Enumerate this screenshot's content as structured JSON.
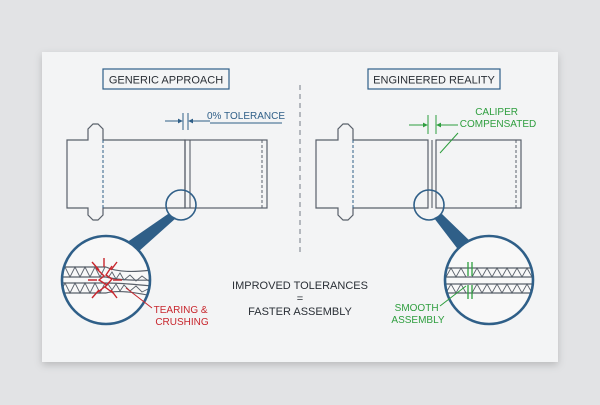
{
  "panels": {
    "left": {
      "title": "GENERIC APPROACH",
      "callout": "0% TOLERANCE",
      "problem_label": [
        "TEARING &",
        "CRUSHING"
      ]
    },
    "right": {
      "title": "ENGINEERED REALITY",
      "callout": [
        "CALIPER",
        "COMPENSATED"
      ],
      "result_label": [
        "SMOOTH",
        "ASSEMBLY"
      ]
    }
  },
  "center": {
    "line1": "IMPROVED TOLERANCES",
    "equals": "=",
    "line2": "FASTER ASSEMBLY"
  },
  "colors": {
    "card": "#f3f4f5",
    "outline": "#59606a",
    "accent_blue": "#2f5f88",
    "error_red": "#c8262d",
    "success_green": "#2e9e3e",
    "text_dark": "#2a2f36"
  }
}
